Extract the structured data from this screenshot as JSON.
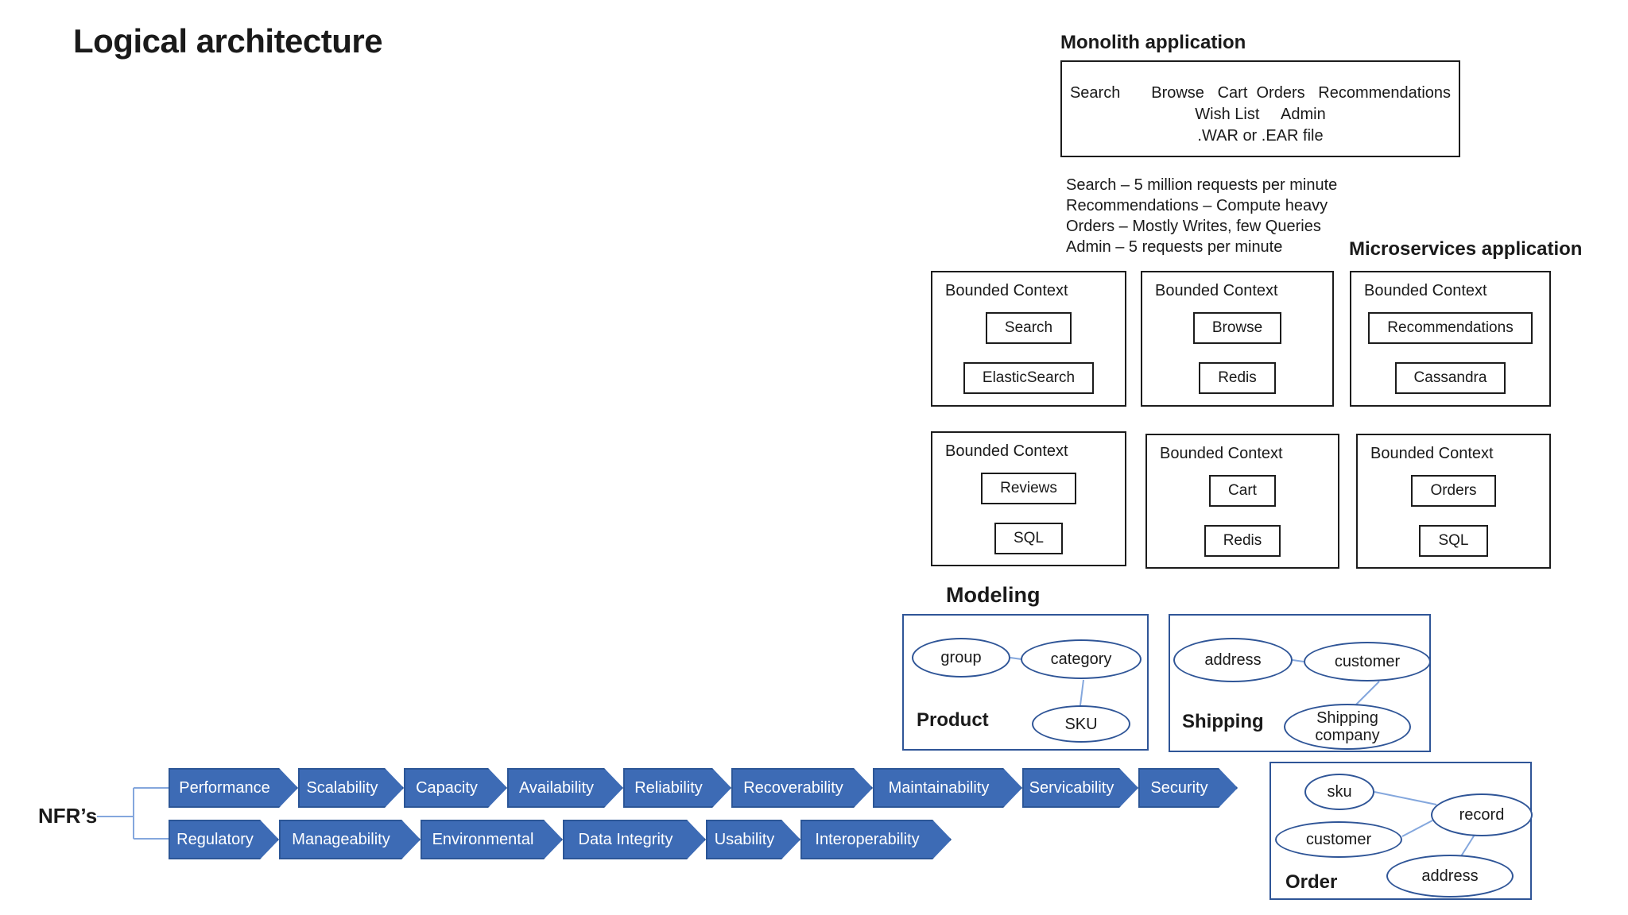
{
  "title": "Logical architecture",
  "monolith": {
    "heading": "Monolith application",
    "lines": [
      "Search       Browse   Cart  Orders   Recommendations",
      "Wish List     Admin",
      ".WAR or .EAR file"
    ]
  },
  "notes": [
    "Search – 5 million requests per minute",
    "Recommendations – Compute heavy",
    "Orders – Mostly Writes, few Queries",
    "Admin – 5 requests per minute"
  ],
  "microservices_heading": "Microservices application",
  "labels": {
    "bounded_context": "Bounded Context"
  },
  "bounded_contexts": [
    {
      "service": "Search",
      "store": "ElasticSearch"
    },
    {
      "service": "Browse",
      "store": "Redis"
    },
    {
      "service": "Recommendations",
      "store": "Cassandra"
    },
    {
      "service": "Reviews",
      "store": "SQL"
    },
    {
      "service": "Cart",
      "store": "Redis"
    },
    {
      "service": "Orders",
      "store": "SQL"
    }
  ],
  "modeling": {
    "heading": "Modeling",
    "product": {
      "label": "Product",
      "entities": [
        "group",
        "category",
        "SKU"
      ]
    },
    "shipping": {
      "label": "Shipping",
      "entities": [
        "address",
        "customer",
        "Shipping company"
      ]
    },
    "order": {
      "label": "Order",
      "entities": [
        "sku",
        "customer",
        "record",
        "address"
      ]
    }
  },
  "nfr": {
    "label": "NFR’s",
    "row1": [
      "Performance",
      "Scalability",
      "Capacity",
      "Availability",
      "Reliability",
      "Recoverability",
      "Maintainability",
      "Servicability",
      "Security"
    ],
    "row2": [
      "Regulatory",
      "Manageability",
      "Environmental",
      "Data Integrity",
      "Usability",
      "Interoperability"
    ]
  },
  "colors": {
    "arrow_fill": "#3D6BB5",
    "arrow_border": "#2C5697",
    "shape_border": "#2F5597",
    "connector": "#84A7DD",
    "box_border": "#1C1C1C"
  }
}
